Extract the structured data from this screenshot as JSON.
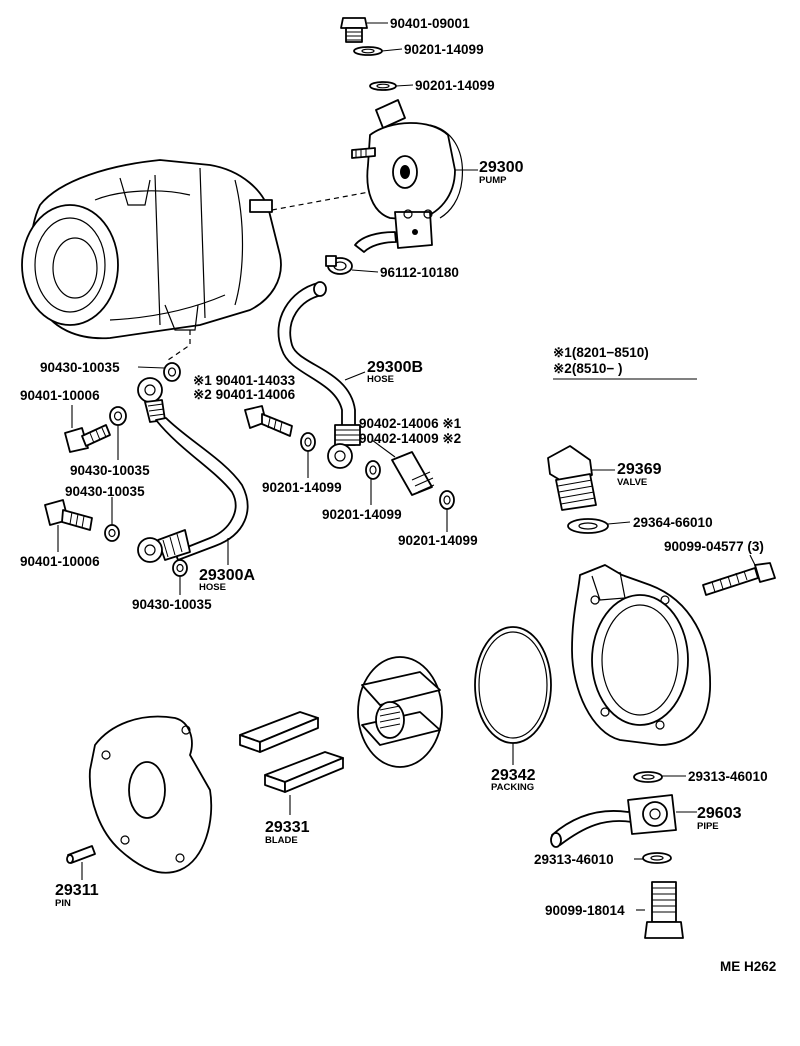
{
  "parts": {
    "p_90401_09001": "90401-09001",
    "p_90201_14099_top1": "90201-14099",
    "p_90201_14099_top2": "90201-14099",
    "p_29300": "29300",
    "p_29300_name": "PUMP",
    "p_96112_10180": "96112-10180",
    "p_29300b": "29300B",
    "p_29300b_name": "HOSE",
    "p_90430_10035_a": "90430-10035",
    "p_90401_14033": "※1 90401-14033",
    "p_90401_14006": "※2 90401-14006",
    "p_90401_10006_a": "90401-10006",
    "p_90430_10035_b": "90430-10035",
    "p_90430_10035_c": "90430-10035",
    "p_90401_10006_b": "90401-10006",
    "p_29300a": "29300A",
    "p_29300a_name": "HOSE",
    "p_90430_10035_d": "90430-10035",
    "p_90402_14006": "90402-14006 ※1",
    "p_90402_14009": "90402-14009 ※2",
    "p_90201_14099_mid1": "90201-14099",
    "p_90201_14099_mid2": "90201-14099",
    "p_90201_14099_mid3": "90201-14099",
    "p_29369": "29369",
    "p_29369_name": "VALVE",
    "p_29364_66010": "29364-66010",
    "p_90099_04577": "90099-04577  (3)",
    "p_29342": "29342",
    "p_29342_name": "PACKING",
    "p_29313_46010_a": "29313-46010",
    "p_29603": "29603",
    "p_29603_name": "PIPE",
    "p_29313_46010_b": "29313-46010",
    "p_90099_18014": "90099-18014",
    "p_29331": "29331",
    "p_29331_name": "BLADE",
    "p_29311": "29311",
    "p_29311_name": "PIN"
  },
  "notes": {
    "note1": "※1(8201−8510)",
    "note2": "※2(8510−        )"
  },
  "diagram_code": "ME H262"
}
